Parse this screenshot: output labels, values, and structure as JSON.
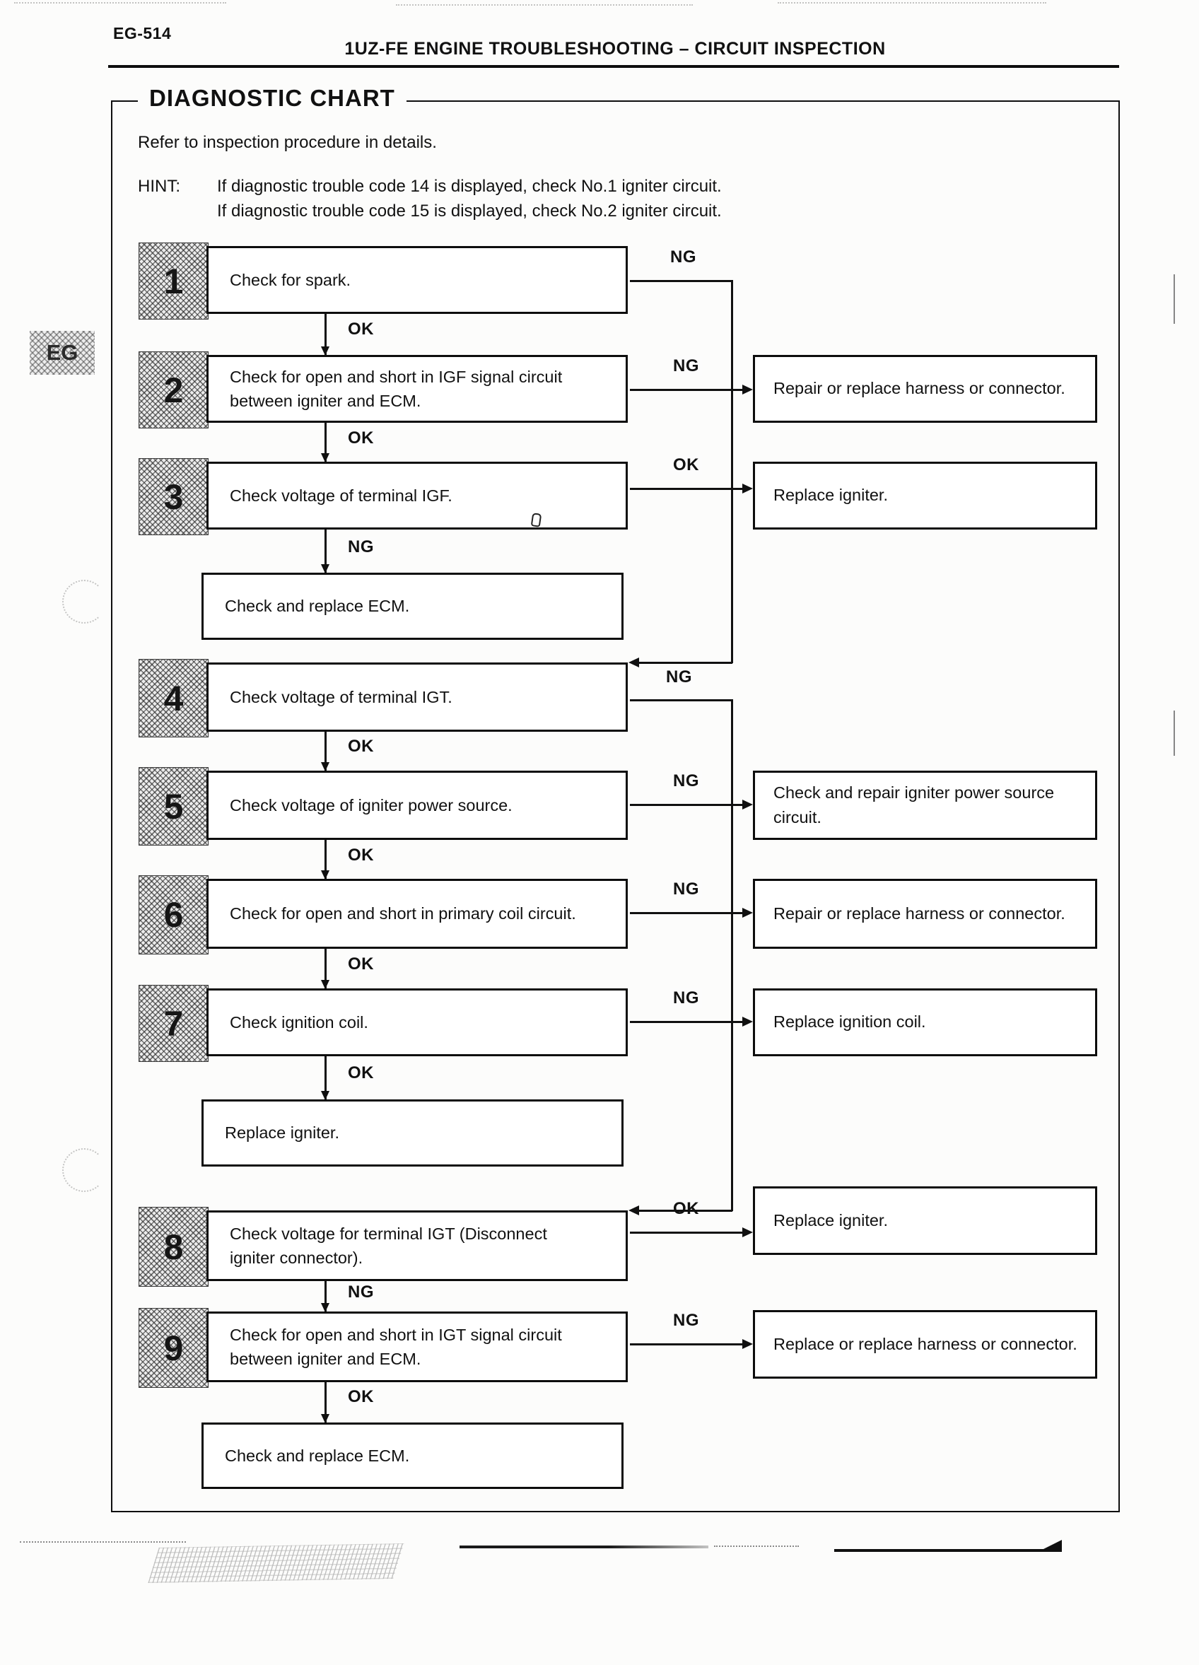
{
  "page": {
    "code": "EG-514",
    "header": "1UZ-FE ENGINE TROUBLESHOOTING – CIRCUIT INSPECTION",
    "side_tab": "EG",
    "chart_title": "DIAGNOSTIC CHART",
    "intro": "Refer to inspection procedure in details.",
    "hint_label": "HINT:",
    "hint_line1": "If diagnostic trouble code 14 is displayed, check No.1 igniter circuit.",
    "hint_line2": "If diagnostic trouble code 15 is displayed, check No.2 igniter circuit."
  },
  "flowchart": {
    "steps": [
      {
        "num": "1",
        "lines": [
          "Check for spark."
        ],
        "right_label": "NG",
        "down_label": "OK"
      },
      {
        "num": "2",
        "lines": [
          "Check for open and short in IGF signal circuit",
          "between igniter and ECM."
        ],
        "right_label": "NG",
        "down_label": "OK"
      },
      {
        "num": "3",
        "lines": [
          "Check voltage of terminal IGF."
        ],
        "right_label": "OK",
        "down_label": "NG"
      },
      {
        "num": "4",
        "lines": [
          "Check voltage of terminal IGT."
        ],
        "right_label": "NG",
        "down_label": "OK"
      },
      {
        "num": "5",
        "lines": [
          "Check voltage of igniter power source."
        ],
        "right_label": "NG",
        "down_label": "OK"
      },
      {
        "num": "6",
        "lines": [
          "Check for open and short in primary coil circuit."
        ],
        "right_label": "NG",
        "down_label": "OK"
      },
      {
        "num": "7",
        "lines": [
          "Check ignition coil."
        ],
        "right_label": "NG",
        "down_label": "OK"
      },
      {
        "num": "8",
        "lines": [
          "Check voltage for terminal IGT (Disconnect",
          "igniter connector)."
        ],
        "right_label": "OK",
        "down_label": "NG"
      },
      {
        "num": "9",
        "lines": [
          "Check for open and short in IGT signal circuit",
          "between igniter and ECM."
        ],
        "right_label": "NG",
        "down_label": "OK"
      }
    ],
    "terminals": [
      {
        "text": "Check and replace ECM."
      },
      {
        "text": "Replace igniter."
      },
      {
        "text": "Check and replace ECM."
      }
    ],
    "results": [
      {
        "text": "Repair or replace harness or connector."
      },
      {
        "text": "Replace igniter."
      },
      {
        "text": "Check and repair igniter power source circuit."
      },
      {
        "text": "Repair or replace harness or connector."
      },
      {
        "text": "Replace ignition coil."
      },
      {
        "text": "Replace igniter."
      },
      {
        "text": "Replace or replace harness or connector."
      }
    ]
  }
}
